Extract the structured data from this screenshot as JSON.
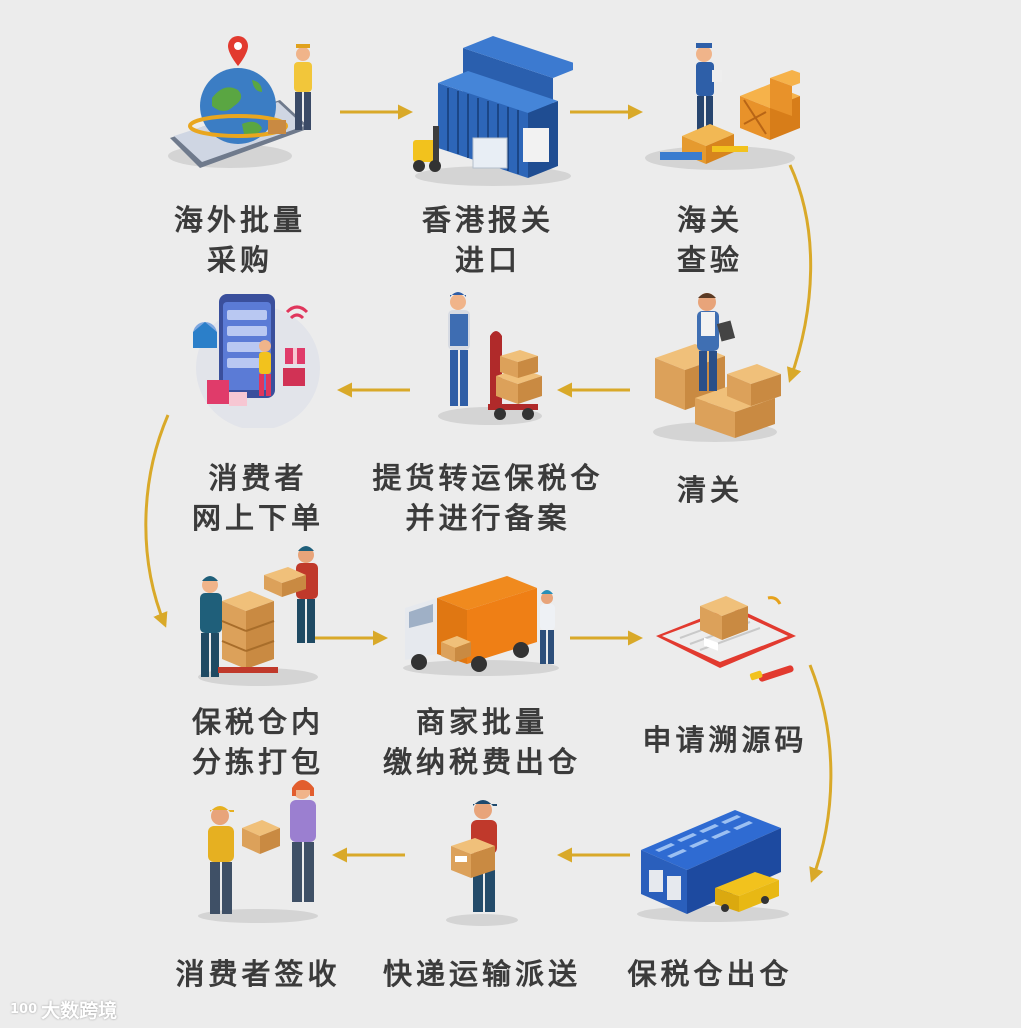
{
  "colors": {
    "background": "#ececec",
    "arrow": "#d9a929",
    "label": "#3b3b3b"
  },
  "steps": [
    {
      "id": "overseas-purchase",
      "lines": [
        "海外批量",
        "采购"
      ],
      "icon": "globe-phone-icon"
    },
    {
      "id": "hk-customs",
      "lines": [
        "香港报关",
        "进口"
      ],
      "icon": "shipping-container-icon"
    },
    {
      "id": "customs-inspection",
      "lines": [
        "海关",
        "查验"
      ],
      "icon": "inspector-crates-icon"
    },
    {
      "id": "customs-clearance",
      "lines": [
        "清关"
      ],
      "icon": "worker-on-boxes-icon"
    },
    {
      "id": "transfer-bonded",
      "lines": [
        "提货转运保税仓",
        "并进行备案"
      ],
      "icon": "hand-truck-worker-icon"
    },
    {
      "id": "consumer-order",
      "lines": [
        "消费者",
        "网上下单"
      ],
      "icon": "online-shopping-phone-icon"
    },
    {
      "id": "warehouse-sorting",
      "lines": [
        "保税仓内",
        "分拣打包"
      ],
      "icon": "workers-sorting-boxes-icon"
    },
    {
      "id": "merchant-tax",
      "lines": [
        "商家批量",
        "缴纳税费出仓"
      ],
      "icon": "delivery-truck-icon"
    },
    {
      "id": "trace-code",
      "lines": [
        "申请溯源码"
      ],
      "icon": "tablet-parcel-icon"
    },
    {
      "id": "warehouse-out",
      "lines": [
        "保税仓出仓"
      ],
      "icon": "warehouse-building-icon"
    },
    {
      "id": "express-delivery",
      "lines": [
        "快递运输派送"
      ],
      "icon": "courier-carrying-box-icon"
    },
    {
      "id": "consumer-sign",
      "lines": [
        "消费者签收"
      ],
      "icon": "parcel-handover-icon"
    }
  ],
  "watermark": {
    "logo": "100",
    "text": "大数跨境"
  }
}
